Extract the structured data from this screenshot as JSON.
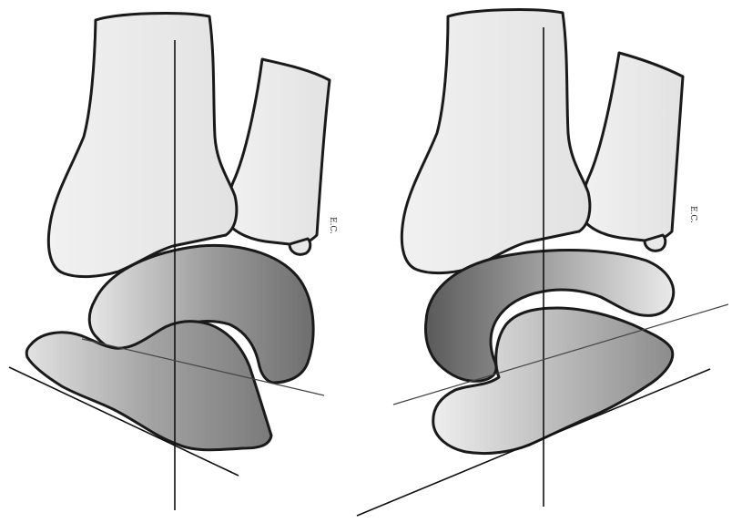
{
  "figure": {
    "panels": [
      {
        "id": "left"
      },
      {
        "id": "right"
      }
    ],
    "signature_left": "E.C.",
    "signature_right": "E.C."
  }
}
